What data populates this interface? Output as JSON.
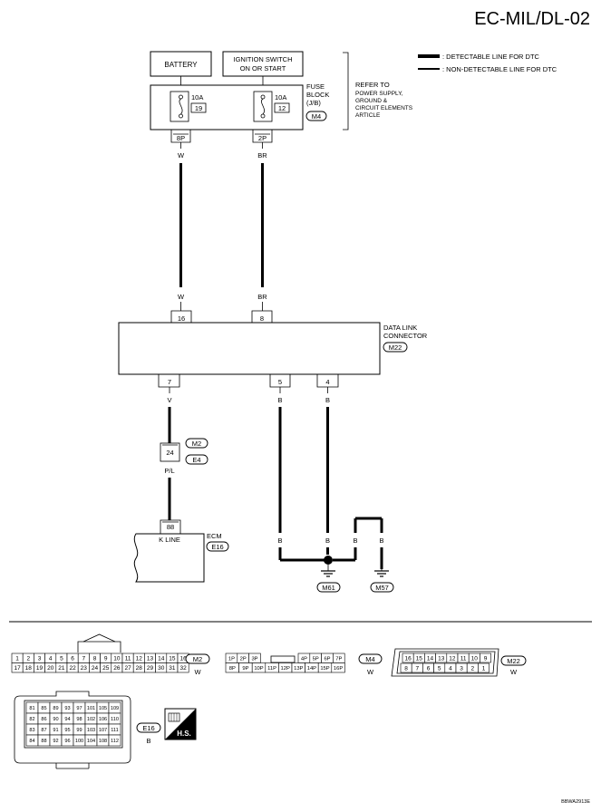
{
  "page_code": "EC-MIL/DL-02",
  "figure_id": "BBWA2913E",
  "legend": {
    "detectable": ": DETECTABLE LINE FOR DTC",
    "non_detectable": ": NON-DETECTABLE LINE FOR DTC"
  },
  "power": {
    "battery": "BATTERY",
    "ign_line1": "IGNITION SWITCH",
    "ign_line2": "ON OR START",
    "fuse_a_amp": "10A",
    "fuse_a_num": "19",
    "fuse_b_amp": "10A",
    "fuse_b_num": "12",
    "fuse_block_l1": "FUSE",
    "fuse_block_l2": "BLOCK",
    "fuse_block_l3": "(J/B)",
    "fuse_block_conn": "M4",
    "refer_l1": "REFER TO",
    "refer_l2": "POWER SUPPLY,",
    "refer_l3": "GROUND &",
    "refer_l4": "CIRCUIT ELEMENTS",
    "refer_l5": "ARTICLE",
    "pin_a": "8P",
    "pin_b": "2P"
  },
  "wires": {
    "w": "W",
    "br": "BR",
    "v": "V",
    "b": "B",
    "pl": "P/L"
  },
  "dlc": {
    "l1": "DATA LINK",
    "l2": "CONNECTOR",
    "conn": "M22",
    "pin16": "16",
    "pin8": "8",
    "pin7": "7",
    "pin5": "5",
    "pin4": "4"
  },
  "joint": {
    "pin": "24",
    "c1": "M2",
    "c2": "E4"
  },
  "ecm": {
    "label": "ECM",
    "pin": "88",
    "kline": "K LINE",
    "conn": "E16"
  },
  "grounds": {
    "g1": "M61",
    "g2": "M57"
  },
  "connectors": {
    "m2": {
      "id": "M2",
      "color": "W",
      "row1": [
        "1",
        "2",
        "3",
        "4",
        "5",
        "6",
        "7",
        "8",
        "9",
        "10",
        "11",
        "12",
        "13",
        "14",
        "15",
        "16"
      ],
      "row2": [
        "17",
        "18",
        "19",
        "20",
        "21",
        "22",
        "23",
        "24",
        "25",
        "26",
        "27",
        "28",
        "29",
        "30",
        "31",
        "32"
      ]
    },
    "m4": {
      "id": "M4",
      "color": "W",
      "row1": [
        "1P",
        "2P",
        "3P",
        "4P",
        "5P",
        "6P",
        "7P"
      ],
      "row2": [
        "8P",
        "9P",
        "10P",
        "11P",
        "12P",
        "13P",
        "14P",
        "15P",
        "16P"
      ]
    },
    "m22": {
      "id": "M22",
      "color": "W",
      "row1": [
        "16",
        "15",
        "14",
        "13",
        "12",
        "11",
        "10",
        "9"
      ],
      "row2": [
        "8",
        "7",
        "6",
        "5",
        "4",
        "3",
        "2",
        "1"
      ]
    },
    "e16": {
      "id": "E16",
      "color": "B",
      "rows": [
        [
          "81",
          "85",
          "89",
          "93",
          "97",
          "101",
          "105",
          "109"
        ],
        [
          "82",
          "86",
          "90",
          "94",
          "98",
          "102",
          "106",
          "110"
        ],
        [
          "83",
          "87",
          "91",
          "95",
          "99",
          "103",
          "107",
          "111"
        ],
        [
          "84",
          "88",
          "92",
          "96",
          "100",
          "104",
          "108",
          "112"
        ]
      ]
    }
  },
  "hs_badge": "H.S."
}
